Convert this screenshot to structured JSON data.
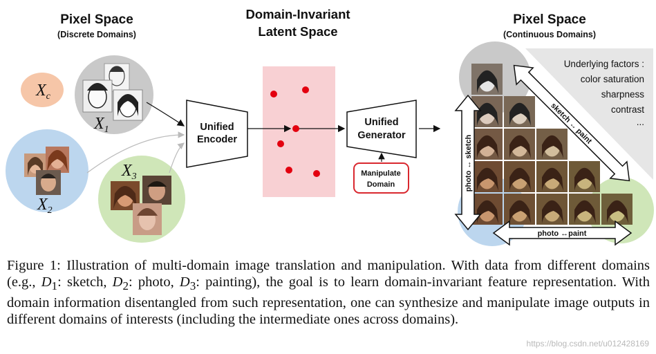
{
  "left": {
    "title": "Pixel Space",
    "subtitle": "(Discrete Domains)",
    "domains": [
      {
        "symbol": "X",
        "subscript": "c"
      },
      {
        "symbol": "X",
        "subscript": "1"
      },
      {
        "symbol": "X",
        "subscript": "2"
      },
      {
        "symbol": "X",
        "subscript": "3"
      }
    ]
  },
  "middle": {
    "title_line1": "Domain-Invariant",
    "title_line2": "Latent Space",
    "encoder_line1": "Unified",
    "encoder_line2": "Encoder",
    "generator_line1": "Unified",
    "generator_line2": "Generator",
    "manipulate_line1": "Manipulate",
    "manipulate_line2": "Domain"
  },
  "right": {
    "title": "Pixel Space",
    "subtitle": "(Continuous Domains)",
    "factors": [
      "Underlying factors :",
      "color saturation",
      "sharpness",
      "contrast",
      "..."
    ],
    "arrow_diag": "sketch ↔ paint",
    "arrow_vert": "photo ↔ sketch",
    "arrow_horiz": "photo ↔paint"
  },
  "colors": {
    "latent_bg": "#f8d0d3",
    "dot": "#e3000f",
    "domain_c": "#f6c6a8",
    "domain_1": "#c9c9c9",
    "domain_2": "#bcd6ee",
    "domain_3": "#cfe6b8",
    "manipulate_border": "#d9272e"
  },
  "caption": {
    "figure_label": "Figure 1:",
    "text_a": " Illustration of multi-domain image translation and manipulation. With data from different domains (e.g., ",
    "d1": "D",
    "d1_sub": "1",
    "d1_text": ": sketch, ",
    "d2": "D",
    "d2_sub": "2",
    "d2_text": ": photo, ",
    "d3": "D",
    "d3_sub": "3",
    "text_b": ": painting), the goal is to learn domain-invariant feature representation. With domain information disentangled from such representation, one can synthesize and manipulate image outputs in different domains of interests (including the intermediate ones across domains)."
  },
  "watermark": "https://blog.csdn.net/u012428169"
}
